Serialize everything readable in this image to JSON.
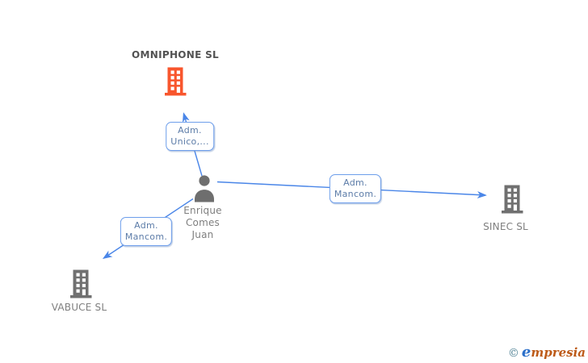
{
  "colors": {
    "edge-blue": "#4a86e8",
    "box-border": "#6d9eeb",
    "box-text": "#5c7ca8",
    "focus-orange": "#f8562d",
    "building-gray": "#707070",
    "person-gray": "#6e6e6e",
    "node-text": "#7f7f7f",
    "focus-text": "#525252",
    "wm-copyright": "#4b7f92",
    "wm-initial": "#2b6fc9",
    "wm-rest": "#bd5a18"
  },
  "nodes": {
    "omniphone": {
      "type": "company",
      "label": "OMNIPHONE SL"
    },
    "person": {
      "type": "person",
      "line1": "Enrique",
      "line2": "Comes",
      "line3": "Juan"
    },
    "sinec": {
      "type": "company",
      "label": "SINEC SL"
    },
    "vabuce": {
      "type": "company",
      "label": "VABUCE SL"
    }
  },
  "edges": {
    "person_to_omniphone": {
      "line1": "Adm.",
      "line2": "Unico,..."
    },
    "person_to_sinec": {
      "line1": "Adm.",
      "line2": "Mancom."
    },
    "person_to_vabuce": {
      "line1": "Adm.",
      "line2": "Mancom."
    }
  },
  "watermark": {
    "symbol": "©",
    "brand_initial": "e",
    "brand_rest": "mpresia"
  }
}
